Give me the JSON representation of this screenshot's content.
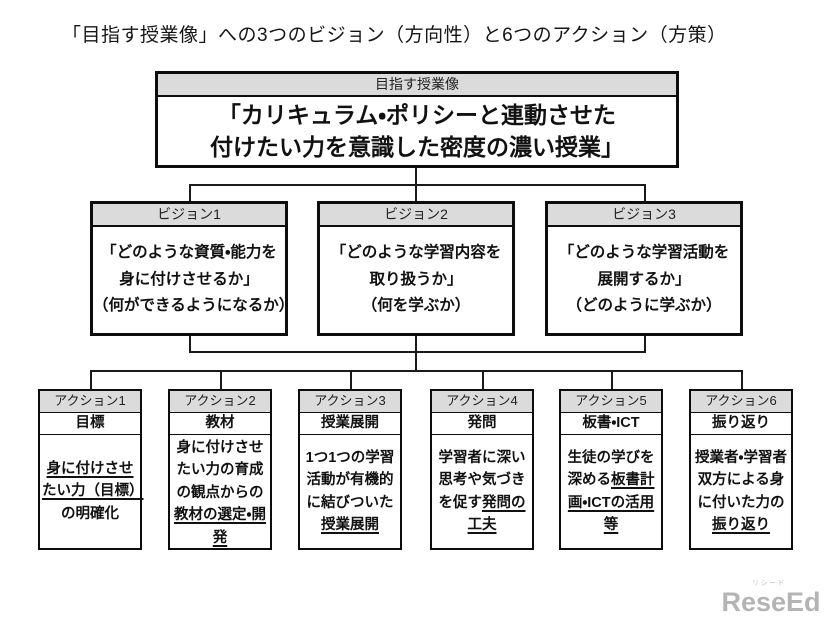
{
  "page_title": "「目指す授業像」への3つのビジョン（方向性）と6つのアクション（方策）",
  "goal_box": {
    "header": "目指す授業像",
    "lines": [
      "「カリキュラム・ポリシーと連動させた",
      "付けたい力を意識した密度の濃い授業」"
    ]
  },
  "visions": [
    {
      "header": "ビジョン1",
      "lines": [
        "「どのような資質・能力を",
        "身に付けさせるか」",
        "（何ができるようになるか）"
      ]
    },
    {
      "header": "ビジョン2",
      "lines": [
        "「どのような学習内容を",
        "取り扱うか」",
        "（何を学ぶか）"
      ]
    },
    {
      "header": "ビジョン3",
      "lines": [
        "「どのような学習活動を",
        "展開するか」",
        "（どのように学ぶか）"
      ]
    }
  ],
  "actions": [
    {
      "header": "アクション1",
      "subtitle": "目標",
      "segments": [
        {
          "t": "身に付けさせたい力（目標）",
          "u": true
        },
        {
          "t": "の明確化",
          "u": false
        }
      ]
    },
    {
      "header": "アクション2",
      "subtitle": "教材",
      "segments": [
        {
          "t": "身に付けさせたい力の育成の観点からの",
          "u": false
        },
        {
          "t": "教材の選定・開発",
          "u": true
        }
      ]
    },
    {
      "header": "アクション3",
      "subtitle": "授業展開",
      "segments": [
        {
          "t": "1つ1つの学習活動が有機的に結びついた",
          "u": false
        },
        {
          "t": "授業展開",
          "u": true
        }
      ]
    },
    {
      "header": "アクション4",
      "subtitle": "発問",
      "segments": [
        {
          "t": "学習者に深い思考や気づきを促す",
          "u": false
        },
        {
          "t": "発問の工夫",
          "u": true
        }
      ]
    },
    {
      "header": "アクション5",
      "subtitle": "板書・ICT",
      "segments": [
        {
          "t": "生徒の学びを深める",
          "u": false
        },
        {
          "t": "板書計画・ICTの活用等",
          "u": true
        }
      ]
    },
    {
      "header": "アクション6",
      "subtitle": "振り返り",
      "segments": [
        {
          "t": "授業者・学習者双方による身に付いた力の",
          "u": false
        },
        {
          "t": "振り返り",
          "u": true
        }
      ]
    }
  ],
  "watermark": {
    "brand": "ReseEd",
    "ruby": "リシード"
  },
  "colors": {
    "header_fill": "#dbdbdb",
    "border": "#0d0d0d",
    "connector": "#1a1a1a",
    "logo_gray": "#b4b4b4",
    "logo_ruby_gray": "#c8bebe",
    "background": "#ffffff"
  }
}
